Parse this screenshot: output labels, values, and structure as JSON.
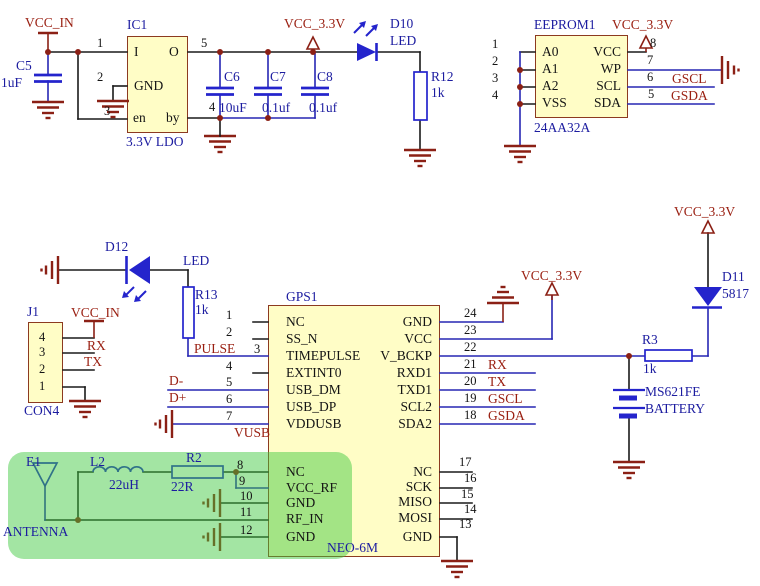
{
  "schematic": {
    "description": "GPS receiver module schematic with 3.3V LDO supply, EEPROM, NEO-6M GPS, antenna front-end and backup battery",
    "colors": {
      "net_label": "#9a2012",
      "designator": "#1c1ca0",
      "component_body": "#fffdc6",
      "component_border": "#8c3a20",
      "wire_blue": "#2626b4",
      "wire_black": "#1a1a1a",
      "symbol_maroon": "#8b2015",
      "highlight_green": "#3fc83f"
    }
  },
  "labels": {
    "vcc_in_top": "VCC_IN",
    "vcc33_a": "VCC_3.3V",
    "vcc33_b": "VCC_3.3V",
    "vcc33_c": "VCC_3.3V",
    "vcc33_d": "VCC_3.3V",
    "vcc_in_j1": "VCC_IN",
    "ic1_ref": "IC1",
    "ic1_val": "3.3V LDO",
    "ic1_pI": "I",
    "ic1_pO": "O",
    "ic1_pGND": "GND",
    "ic1_pen": "en",
    "ic1_pby": "by",
    "ic1_n1": "1",
    "ic1_n2": "2",
    "ic1_n3": "3",
    "ic1_n5": "5",
    "c5_ref": "C5",
    "c5_val": "1uF",
    "c6_ref": "C6",
    "c6_n4": "4",
    "c6_val": "10uF",
    "c7_ref": "C7",
    "c7_val": "0.1uf",
    "c8_ref": "C8",
    "c8_val": "0.1uf",
    "d10_ref": "D10",
    "d10_val": "LED",
    "r12_ref": "R12",
    "r12_val": "1k",
    "ee_ref": "EEPROM1",
    "ee_val": "24AA32A",
    "ee_pA0": "A0",
    "ee_pA1": "A1",
    "ee_pA2": "A2",
    "ee_pVSS": "VSS",
    "ee_pVCC": "VCC",
    "ee_pWP": "WP",
    "ee_pSCL": "SCL",
    "ee_pSDA": "SDA",
    "ee_n1": "1",
    "ee_n2": "2",
    "ee_n3": "3",
    "ee_n4": "4",
    "ee_n5": "5",
    "ee_n6": "6",
    "ee_n7": "7",
    "ee_n8": "8",
    "ee_gscl": "GSCL",
    "ee_gsda": "GSDA",
    "d12_ref": "D12",
    "d12_val": "LED",
    "r13_ref": "R13",
    "r13_val": "1k",
    "j1_ref": "J1",
    "j1_val": "CON4",
    "j1_n4": "4",
    "j1_n3": "3",
    "j1_n2": "2",
    "j1_n1": "1",
    "j1_rx": "RX",
    "j1_tx": "TX",
    "gps_ref": "GPS1",
    "gps_val": "NEO-6M",
    "gl_1": "NC",
    "gl_2": "SS_N",
    "gl_3": "TIMEPULSE",
    "gl_4": "EXTINT0",
    "gl_5": "USB_DM",
    "gl_6": "USB_DP",
    "gl_7": "VDDUSB",
    "gl_8": "NC",
    "gl_9": "VCC_RF",
    "gl_10": "GND",
    "gl_11": "RF_IN",
    "gl_12": "GND",
    "gr_24": "GND",
    "gr_23": "VCC",
    "gr_22": "V_BCKP",
    "gr_21": "RXD1",
    "gr_20": "TXD1",
    "gr_19": "SCL2",
    "gr_18": "SDA2",
    "gr_17": "NC",
    "gr_16": "SCK",
    "gr_15": "MISO",
    "gr_14": "MOSI",
    "gr_13": "GND",
    "gn_1": "1",
    "gn_2": "2",
    "gn_3": "3",
    "gn_4": "4",
    "gn_5": "5",
    "gn_6": "6",
    "gn_7": "7",
    "gn_8": "8",
    "gn_9": "9",
    "gn_10": "10",
    "gn_11": "11",
    "gn_12": "12",
    "gn_13": "13",
    "gn_14": "14",
    "gn_15": "15",
    "gn_16": "16",
    "gn_17": "17",
    "gn_18": "18",
    "gn_19": "19",
    "gn_20": "20",
    "gn_21": "21",
    "gn_22": "22",
    "gn_23": "23",
    "gn_24": "24",
    "pulse": "PULSE",
    "dm": "D-",
    "dp": "D+",
    "vusb": "VUSB",
    "rx2": "RX",
    "tx2": "TX",
    "gscl2": "GSCL",
    "gsda2": "GSDA",
    "r3_ref": "R3",
    "r3_val": "1k",
    "d11_ref": "D11",
    "d11_val": "5817",
    "bat_l1": "MS621FE",
    "bat_l2": "BATTERY",
    "e1_ref": "E1",
    "ant_val": "ANTENNA",
    "l2_ref": "L2",
    "l2_val": "22uH",
    "r2_ref": "R2",
    "r2_val": "22R"
  }
}
